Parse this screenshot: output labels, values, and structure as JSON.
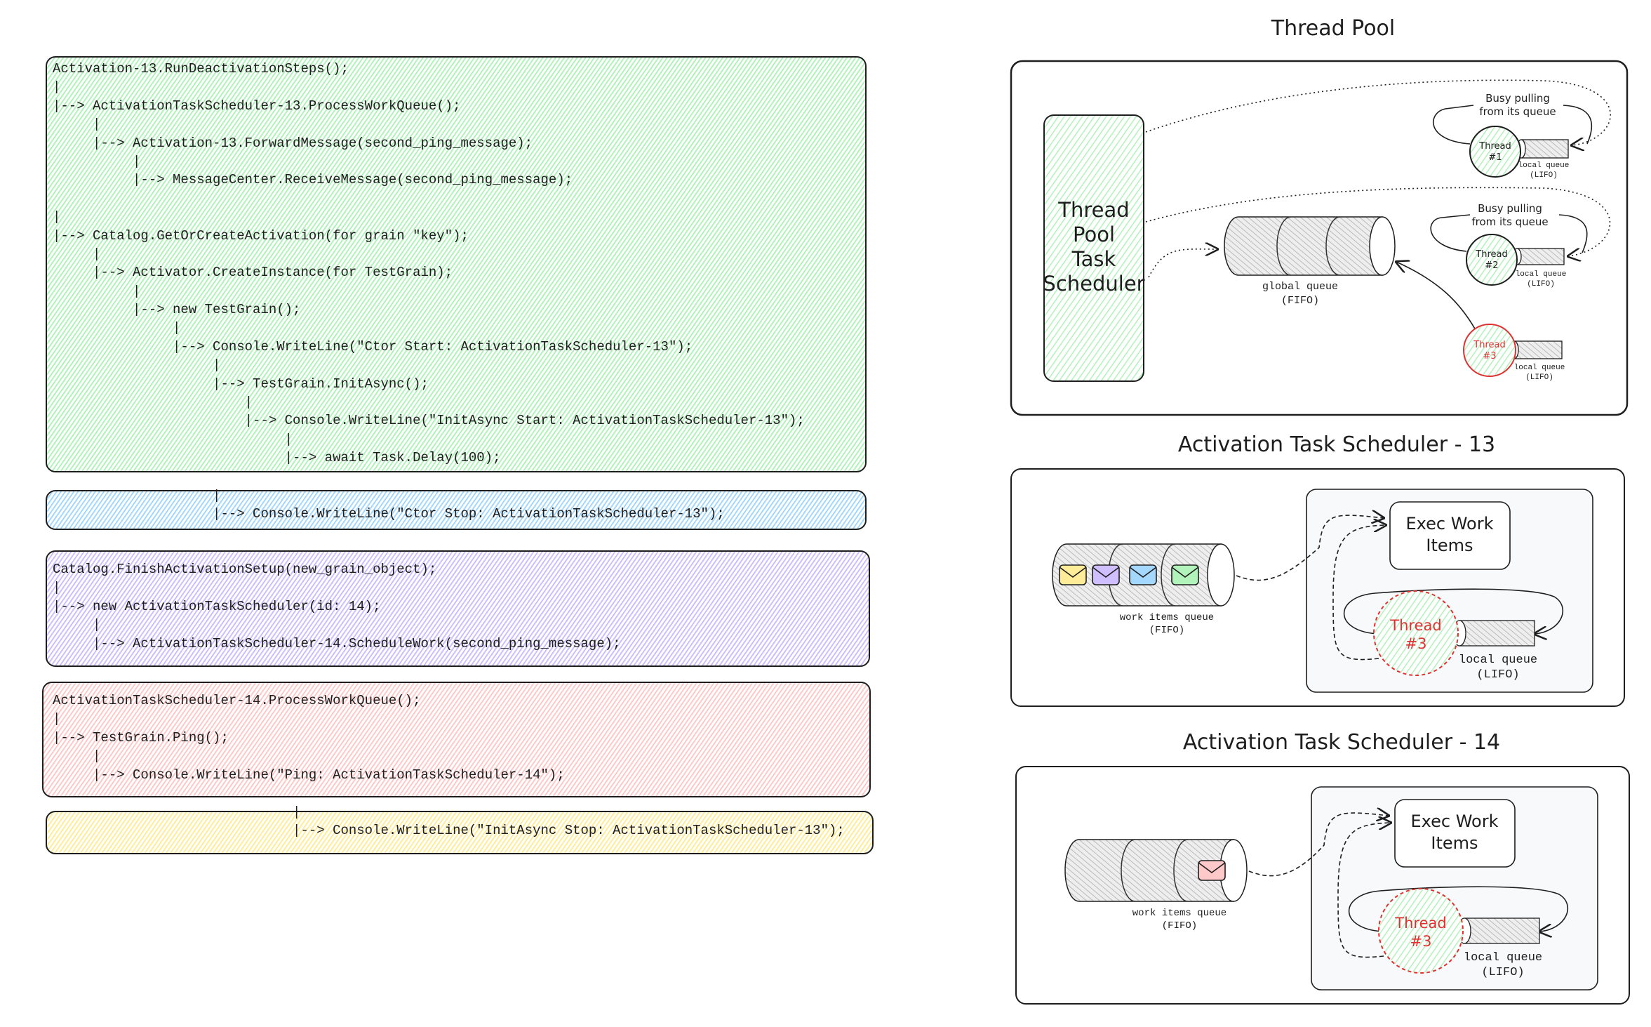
{
  "code_blocks": {
    "green": {
      "color": "#b2f2bb",
      "lines": [
        "Activation-13.RunDeactivationSteps();",
        "|",
        "|--> ActivationTaskScheduler-13.ProcessWorkQueue();",
        "     |",
        "     |--> Activation-13.ForwardMessage(second_ping_message);",
        "          |",
        "          |--> MessageCenter.ReceiveMessage(second_ping_message);",
        "",
        "|",
        "|--> Catalog.GetOrCreateActivation(for grain \"key\");",
        "     |",
        "     |--> Activator.CreateInstance(for TestGrain);",
        "          |",
        "          |--> new TestGrain();",
        "               |",
        "               |--> Console.WriteLine(\"Ctor Start: ActivationTaskScheduler-13\");",
        "                    |",
        "                    |--> TestGrain.InitAsync();",
        "                        |",
        "                        |--> Console.WriteLine(\"InitAsync Start: ActivationTaskScheduler-13\");",
        "                             |",
        "                             |--> await Task.Delay(100);"
      ]
    },
    "blue": {
      "color": "#a5d8ff",
      "lines": [
        "                    |",
        "                    |--> Console.WriteLine(\"Ctor Stop: ActivationTaskScheduler-13\");"
      ]
    },
    "purple": {
      "color": "#d0bfff",
      "lines": [
        "Catalog.FinishActivationSetup(new_grain_object);",
        "|",
        "|--> new ActivationTaskScheduler(id: 14);",
        "     |",
        "     |--> ActivationTaskScheduler-14.ScheduleWork(second_ping_message);"
      ]
    },
    "red": {
      "color": "#ffc9c9",
      "lines": [
        "ActivationTaskScheduler-14.ProcessWorkQueue();",
        "|",
        "|--> TestGrain.Ping();",
        "     |",
        "     |--> Console.WriteLine(\"Ping: ActivationTaskScheduler-14\");"
      ]
    },
    "yellow": {
      "color": "#ffec99",
      "lines": [
        "                              |",
        "                              |--> Console.WriteLine(\"InitAsync Stop: ActivationTaskScheduler-13\");"
      ]
    }
  },
  "thread_pool": {
    "title": "Thread Pool",
    "scheduler_lines": [
      "Thread",
      "Pool",
      "Task",
      "Scheduler"
    ],
    "global_queue": [
      "global queue",
      "(FIFO)"
    ],
    "threads": [
      {
        "label": [
          "Thread",
          "#1"
        ],
        "busy": [
          "Busy pulling",
          "from its queue"
        ],
        "queue": [
          "local queue",
          "(LIFO)"
        ],
        "color": "#1e1e1e"
      },
      {
        "label": [
          "Thread",
          "#2"
        ],
        "busy": [
          "Busy pulling",
          "from its queue"
        ],
        "queue": [
          "local queue",
          "(LIFO)"
        ],
        "color": "#1e1e1e"
      },
      {
        "label": [
          "Thread",
          "#3"
        ],
        "queue": [
          "local queue",
          "(LIFO)"
        ],
        "color": "#e03131"
      }
    ]
  },
  "ats13": {
    "title": "Activation Task Scheduler - 13",
    "exec": [
      "Exec Work",
      "Items"
    ],
    "work_queue": [
      "work items queue",
      "(FIFO)"
    ],
    "thread": [
      "Thread",
      "#3"
    ],
    "local_queue": [
      "local queue",
      "(LIFO)"
    ],
    "messages": [
      "#ffec99",
      "#d0bfff",
      "#a5d8ff",
      "#b2f2bb"
    ]
  },
  "ats14": {
    "title": "Activation Task Scheduler - 14",
    "exec": [
      "Exec Work",
      "Items"
    ],
    "work_queue": [
      "work items queue",
      "(FIFO)"
    ],
    "thread": [
      "Thread",
      "#3"
    ],
    "local_queue": [
      "local queue",
      "(LIFO)"
    ],
    "messages": [
      "#ffc9c9"
    ]
  }
}
